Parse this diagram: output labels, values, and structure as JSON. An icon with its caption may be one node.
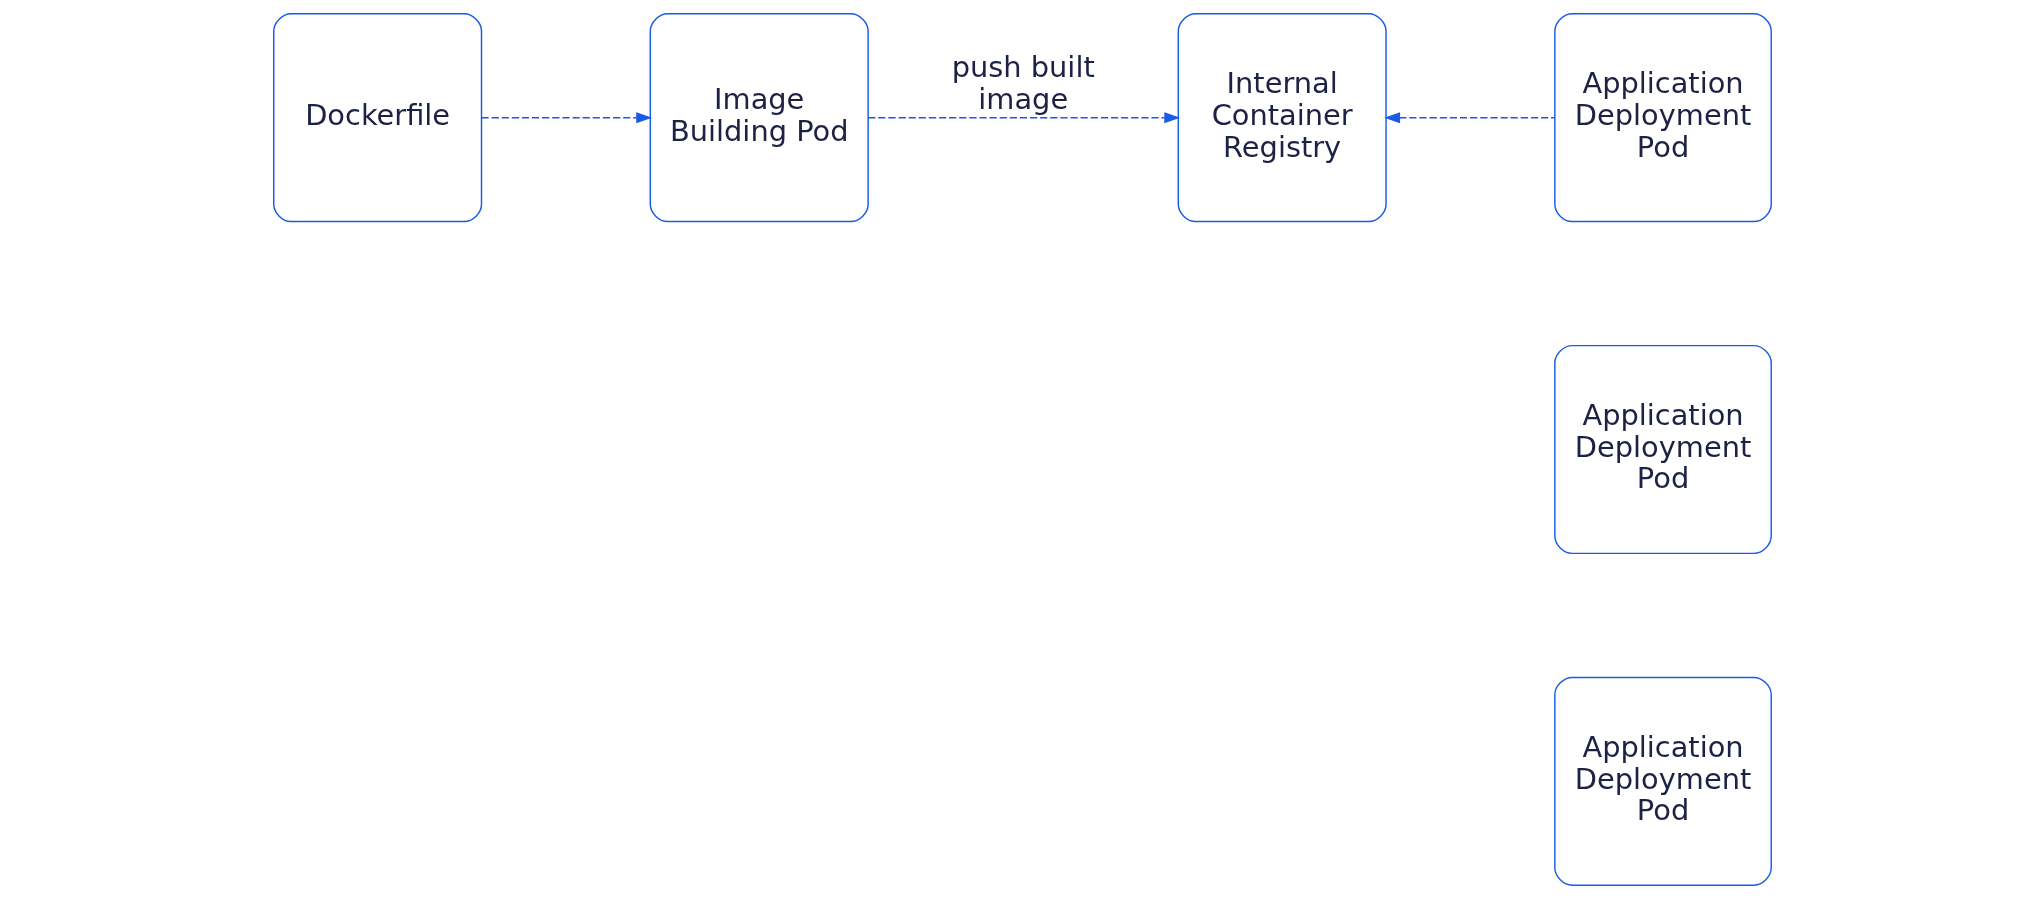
{
  "diagram": {
    "nodes": [
      {
        "text": [
          "Dockerfile"
        ]
      },
      {
        "text": [
          "Image Building Pod"
        ]
      },
      {
        "text": [
          "Internal Container Registry"
        ]
      },
      {
        "text": [
          "Application Deployment Pod"
        ]
      },
      {
        "text": [
          "Application Deployment Pod"
        ]
      },
      {
        "text": [
          "Application Deployment Pod"
        ]
      }
    ],
    "edges": [
      {
        "from": 0,
        "to": 1,
        "arrow": "to",
        "style": "dashed"
      },
      {
        "from": 1,
        "to": 2,
        "arrow": "to",
        "style": "dashed",
        "label": "push built image"
      },
      {
        "from": 3,
        "to": 2,
        "arrow": "to",
        "style": "dashed"
      }
    ]
  }
}
